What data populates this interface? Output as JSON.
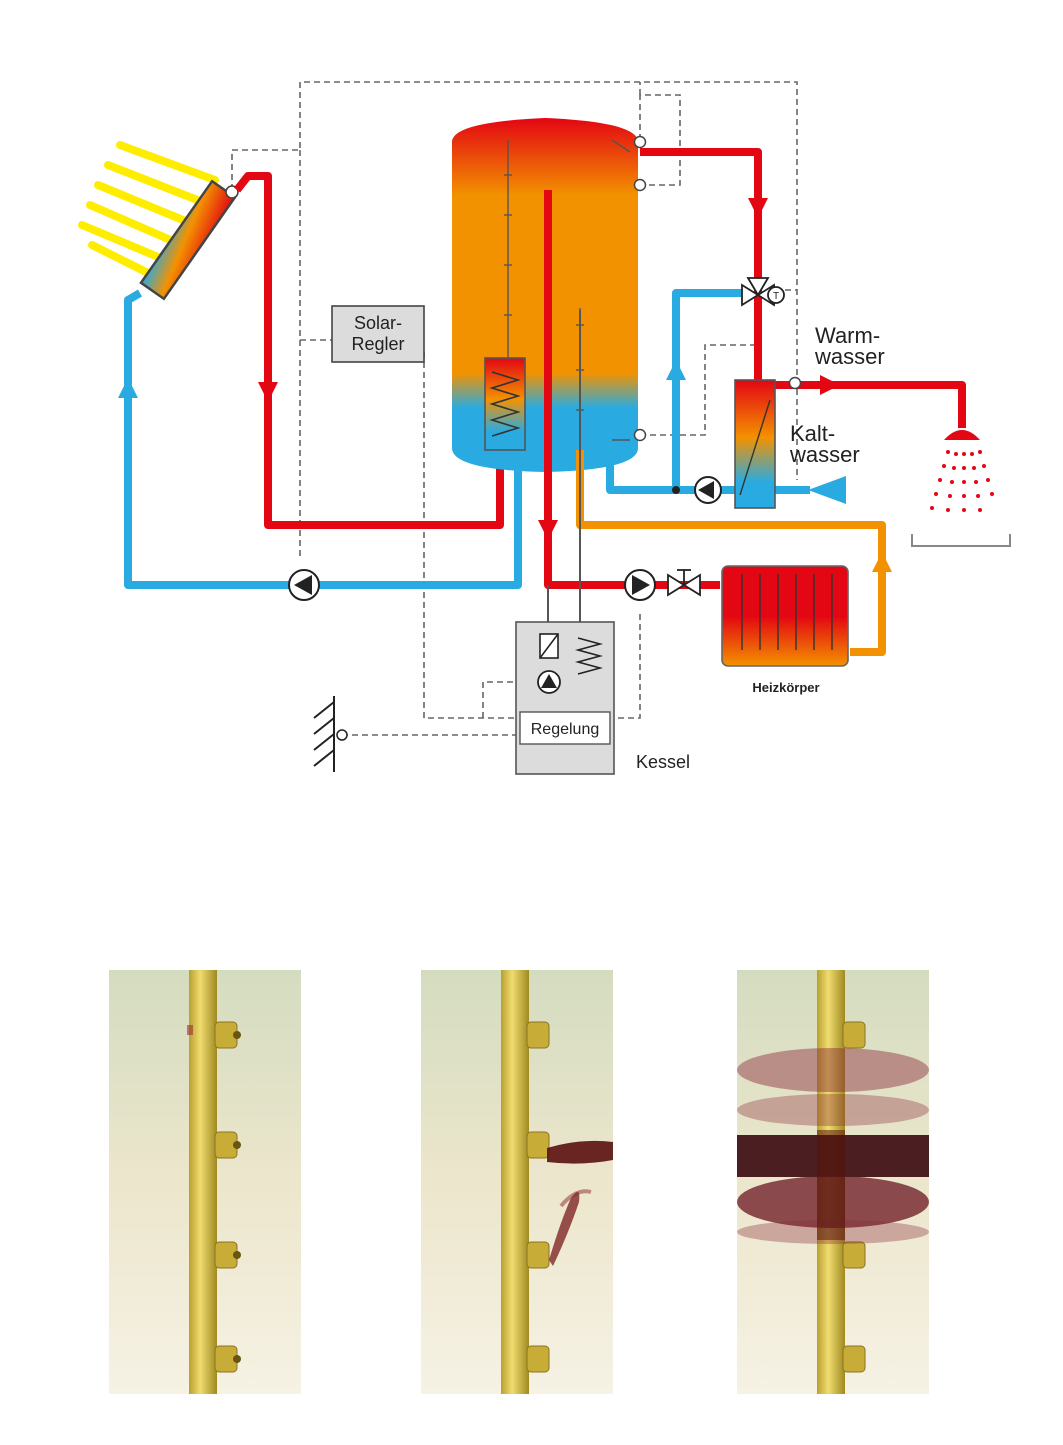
{
  "labels": {
    "solar_regler": [
      "Solar-",
      "Regler"
    ],
    "warmwasser": [
      "Warm-",
      "wasser"
    ],
    "kaltwasser": [
      "Kalt-",
      "wasser"
    ],
    "regelung": "Regelung",
    "kessel": "Kessel",
    "heizkoerper": "Heizkörper"
  },
  "colors": {
    "hot": "#e30613",
    "cold": "#29abe2",
    "warm": "#f39200",
    "control_line": "#666666",
    "solar_rays": "#ffed00",
    "boiler_box": "#dcdcdc"
  },
  "photos": [
    {
      "name": "stratification-photo-1",
      "dye_stage": "none"
    },
    {
      "name": "stratification-photo-2",
      "dye_stage": "partial"
    },
    {
      "name": "stratification-photo-3",
      "dye_stage": "full"
    }
  ]
}
